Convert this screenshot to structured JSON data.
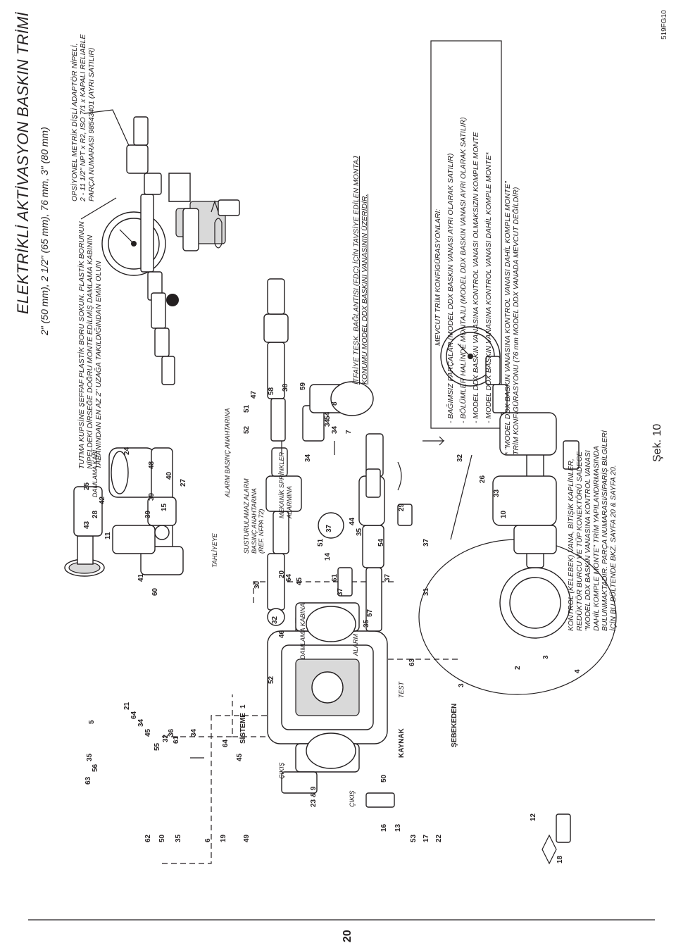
{
  "page_number": "20",
  "figure_label": "Şek. 10",
  "figure_code": "519FG10",
  "title": "ELEKTRİKLİ AKTİVASYON BASKIN TRİMİ",
  "subtitle": "2\" (50 mm), 2 1/2\" (65 mm), 76 mm, 3\" (80 mm)",
  "notes": {
    "optional_adapter": [
      "OPSİYONEL METRİK DİŞLİ ADAPTÖR NİPELİ,",
      "2 - 11 1/2\" NPT x R2, ISO 7/1 x KAPALI RELIABLE",
      "PARÇA NUMARASI 98543401 (AYRI SATILIR)"
    ],
    "funnel_note": [
      "TUTMA KUPSİNE ŞEFFAF PLASTİK BORU SOKUN. PLASTİK BORUNUN",
      "NİPELDEKİ DİRSEĞE DOĞRU MONTE EDİLMİŞ DAMLAMA KABININ",
      "TABANINDAN EN AZ 2\" UZAĞA TAKILDIĞINDAN EMİN OLUN"
    ],
    "control_valve": [
      "KONTROL (KELEBEK) VANA, BİTİŞİK KAPLİNLER,",
      "REDÜKTÖR BURCU VE TÜP KONEKTÖRÜ SADECE",
      "\"MODEL DDX BASKIN VANASINA KONTROL VANASI",
      "DAHİL KOMPLE MONTE\" TRİM YAPILANDIRMASINDA",
      "BULUNMAKTADIR. PARÇA NUMARASI/SİPARİŞ BİLGİLERİ",
      "İÇİN BU BÜLTENDE BKZ. SAYFA 20 & SAYFA 20."
    ],
    "fdc": [
      "İTFAİYE TEŞK. BAĞLANTISI (FDC) İÇİN TAVSİYE EDİLEN MONTAJ",
      "KONUMU MODEL DDX BASKINI VANASININ ÜZERİDİR."
    ]
  },
  "labels": {
    "tahliyeye": "TAHLİYEYE",
    "damlama_kabi": "DAMLAMA KABI",
    "damlama_kabina": "DAMLAMA KABINA",
    "alarm_basinc": "ALARM BASINÇ ANAHTARINA",
    "susturulamaz": [
      "SUSTURULAMAZ ALARM",
      "BASINÇ ANAHTARINA",
      "(REF. NFPA 72)"
    ],
    "mekanik": [
      "MEKANİK SPRİNKLER",
      "ALARMINA"
    ],
    "alarm": "ALARM",
    "test": "TEST",
    "sisteme": "SİSTEME",
    "cikis1": "ÇIKIŞ",
    "cikis2": "ÇIKIŞ",
    "kaynak": "KAYNAK",
    "sebekeden": "ŞEBEKEDEN"
  },
  "config": {
    "heading": "MEVCUT TRİM KONFİGÜRASYONLARI:",
    "items": [
      "- BAĞIMSIZ PARÇALAR (MODEL DDX BASKIN VANASI AYRI OLARAK SATILIR)",
      "- BÖLÜMLER HALİNDE MONTAJLI (MODEL DDX BASKIN VANASI AYRI OLARAK SATILIR)",
      "- MODEL DDX BASKIN VANASINA KONTROL VANASI OLMAKSIZIN KOMPLE MONTE",
      "- MODEL DDX BASKIN VANASINA KONTROL VANASI DAHİL KOMPLE MONTE*"
    ],
    "footnote": [
      "* \"MODEL DDX BASKIN VANASINA KONTROL VANASI DAHİL KOMPLE MONTE\"",
      "TRİM KONFİGÜRASYONU (76 mm MODEL DDX VANADA MEVCUT DEĞİLDİR)"
    ]
  },
  "part_numbers": {
    "n63a": "63",
    "n56": "56",
    "n35a": "35",
    "n5": "5",
    "n21": "21",
    "n64a": "64",
    "n34a": "34",
    "n45a": "45",
    "n55": "55",
    "n32a": "32",
    "n36": "36",
    "n61a": "61",
    "n34b": "34",
    "n62": "62",
    "n50a": "50",
    "n35b": "35",
    "n6": "6",
    "n19": "19",
    "n49": "49",
    "n64b": "64",
    "n45b": "45",
    "n1": "1",
    "n23": "23 & 9",
    "n50b": "50",
    "n16": "16",
    "n13": "13",
    "n53": "53",
    "n17": "17",
    "n22": "22",
    "n18": "18",
    "n12": "12",
    "n52a": "52",
    "n46": "46",
    "n32b": "32",
    "n20": "20",
    "n64c": "64",
    "n45c": "45",
    "n30": "30",
    "n41": "41",
    "n60": "60",
    "n11": "11",
    "n43": "43",
    "n28": "28",
    "n42": "42",
    "n25": "25",
    "n39a": "39",
    "n15": "15",
    "n39b": "39",
    "n48": "48",
    "n40": "40",
    "n27": "27",
    "n24": "24",
    "n63b": "63",
    "n35c": "35",
    "n57": "57",
    "n37a": "37",
    "n61b": "61",
    "n14": "14",
    "n51a": "51",
    "n37b": "37",
    "n44": "44",
    "n35d": "35",
    "n54a": "54",
    "n37c": "37",
    "n31": "31",
    "n37d": "37",
    "n29": "29",
    "n34c": "34",
    "n34d": "34",
    "n8": "8",
    "n7": "7",
    "n54b": "54",
    "n34e": "34",
    "n52b": "52",
    "n51b": "51",
    "n47": "47",
    "n58": "58",
    "n38": "38",
    "n59": "59",
    "n32c": "32",
    "n26": "26",
    "n33": "33",
    "n10": "10",
    "n3a": "3",
    "n3b": "3",
    "n2": "2",
    "n4": "4"
  }
}
